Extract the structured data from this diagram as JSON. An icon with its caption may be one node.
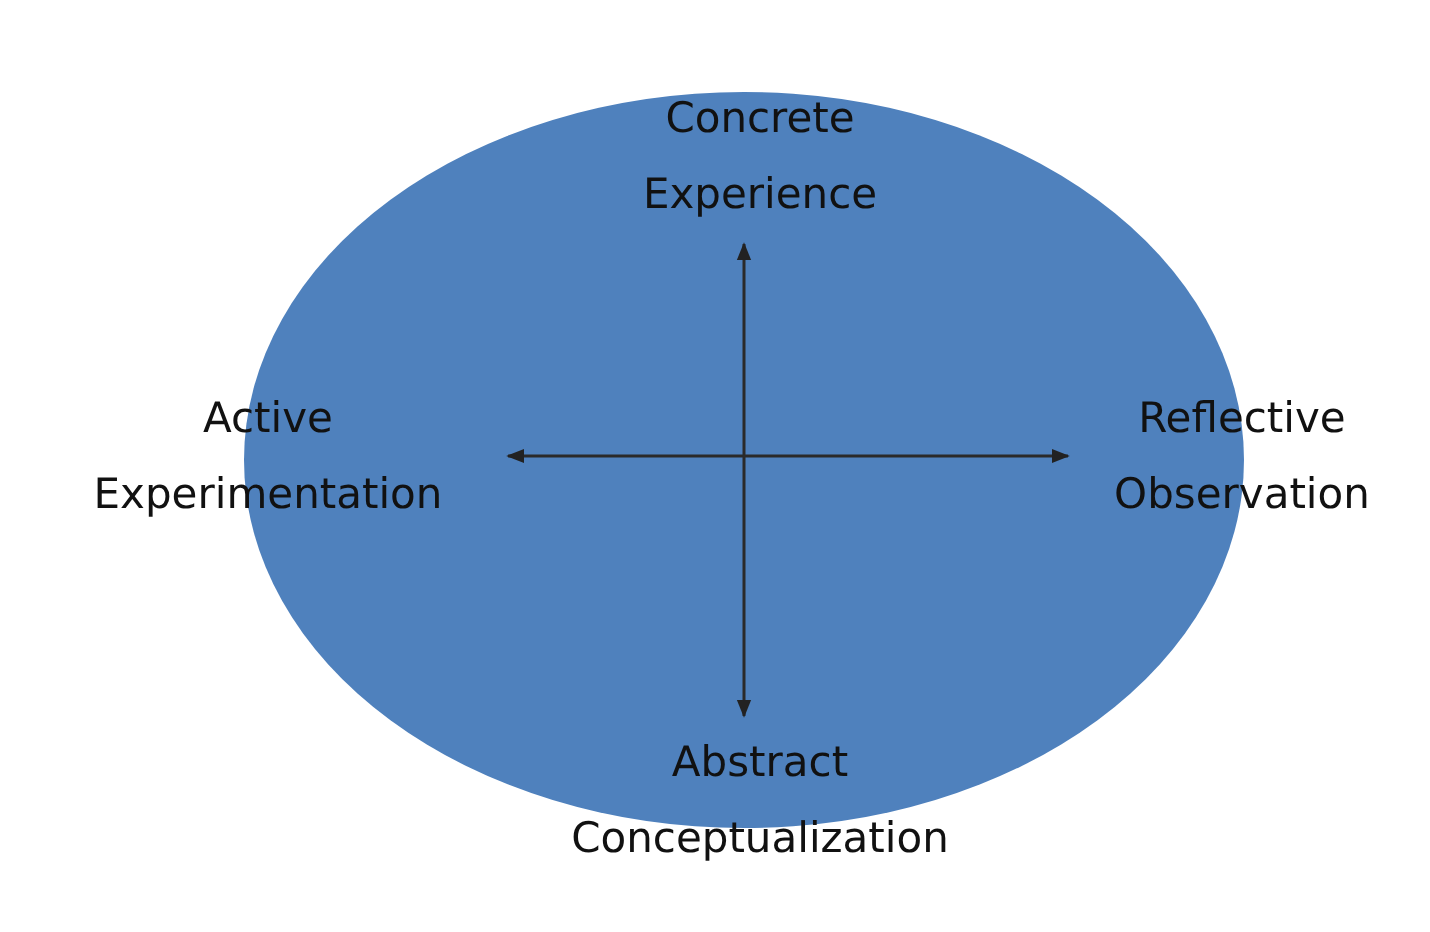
{
  "diagram": {
    "nodes": [
      {
        "text": [
          "Concrete Experience"
        ]
      },
      {
        "text": [
          "Active Experimentation"
        ]
      },
      {
        "text": [
          "Reflective Observation"
        ]
      },
      {
        "text": [
          "Abstract Conceptualization"
        ]
      }
    ],
    "edges": [
      {
        "from": 0,
        "to": 3,
        "arrow": "both"
      },
      {
        "from": 1,
        "to": 2,
        "arrow": "both"
      }
    ]
  }
}
